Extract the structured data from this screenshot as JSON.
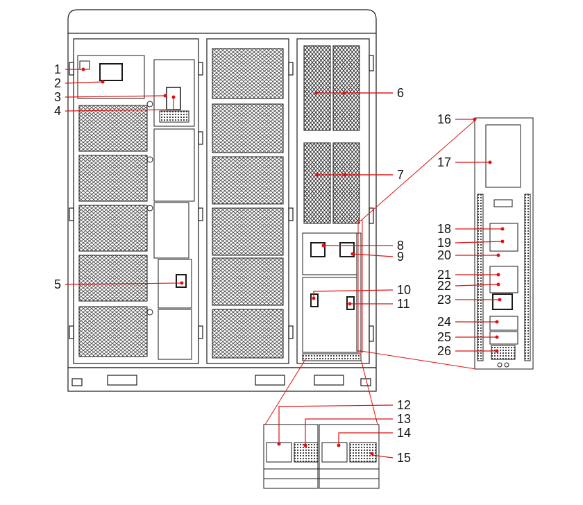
{
  "figure": {
    "title": "",
    "colors": {
      "outline": "#1a1a1a",
      "callout": "#e01010",
      "grille": "#2a2a2a",
      "background": "#ffffff"
    }
  },
  "callouts": [
    {
      "label": "1"
    },
    {
      "label": "2"
    },
    {
      "label": "3"
    },
    {
      "label": "4"
    },
    {
      "label": "5"
    },
    {
      "label": "6"
    },
    {
      "label": "7"
    },
    {
      "label": "8"
    },
    {
      "label": "9"
    },
    {
      "label": "10"
    },
    {
      "label": "11"
    },
    {
      "label": "12"
    },
    {
      "label": "13"
    },
    {
      "label": "14"
    },
    {
      "label": "15"
    },
    {
      "label": "16"
    },
    {
      "label": "17"
    },
    {
      "label": "18"
    },
    {
      "label": "19"
    },
    {
      "label": "20"
    },
    {
      "label": "21"
    },
    {
      "label": "22"
    },
    {
      "label": "23"
    },
    {
      "label": "24"
    },
    {
      "label": "25"
    },
    {
      "label": "26"
    }
  ]
}
